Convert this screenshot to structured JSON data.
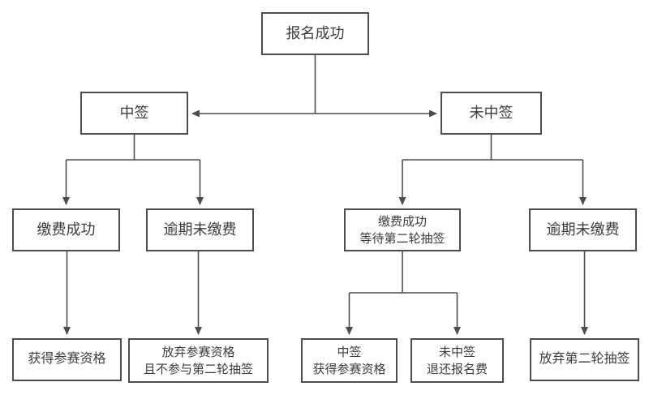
{
  "flowchart": {
    "title": "registration-lottery-flowchart",
    "colors": {
      "background": "#ffffff",
      "border": "#4d4d4d",
      "line": "#4d4d4d",
      "text": "#3c3c3c"
    },
    "nodes": {
      "root": {
        "label": "报名成功"
      },
      "won": {
        "label": "中签"
      },
      "notWon": {
        "label": "未中签"
      },
      "paidLeft": {
        "label": "缴费成功"
      },
      "overdueLeft": {
        "label": "逾期未缴费"
      },
      "paidRight": {
        "label": "缴费成功\n等待第二轮抽签"
      },
      "overdueRight": {
        "label": "逾期未缴费"
      },
      "qualified": {
        "label": "获得参赛资格"
      },
      "giveUpQual": {
        "label": "放弃参赛资格\n且不参与第二轮抽签"
      },
      "wonSecond": {
        "label": "中签\n获得参赛资格"
      },
      "notWonSecond": {
        "label": "未中签\n退还报名费"
      },
      "giveUpSecond": {
        "label": "放弃第二轮抽签"
      }
    },
    "edges": [
      {
        "from": "root",
        "to": "won"
      },
      {
        "from": "root",
        "to": "notWon"
      },
      {
        "from": "won",
        "to": "paidLeft"
      },
      {
        "from": "won",
        "to": "overdueLeft"
      },
      {
        "from": "notWon",
        "to": "paidRight"
      },
      {
        "from": "notWon",
        "to": "overdueRight"
      },
      {
        "from": "paidLeft",
        "to": "qualified"
      },
      {
        "from": "overdueLeft",
        "to": "giveUpQual"
      },
      {
        "from": "paidRight",
        "to": "wonSecond"
      },
      {
        "from": "paidRight",
        "to": "notWonSecond"
      },
      {
        "from": "overdueRight",
        "to": "giveUpSecond"
      }
    ]
  }
}
